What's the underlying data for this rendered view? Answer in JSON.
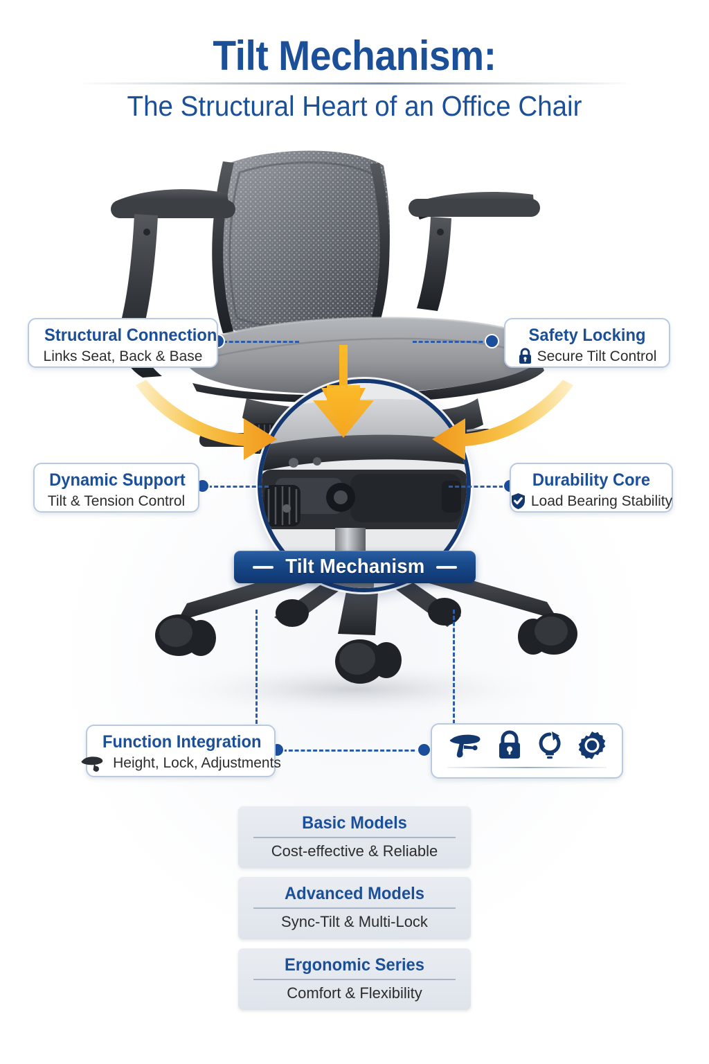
{
  "header": {
    "title": "Tilt Mechanism:",
    "subtitle": "The Structural Heart of an Office Chair"
  },
  "center_badge": {
    "label": "Tilt Mechanism"
  },
  "callouts": [
    {
      "id": "structural-connection",
      "title": "Structural Connection",
      "subtitle": "Links Seat, Back & Base",
      "icon": ""
    },
    {
      "id": "safety-locking",
      "title": "Safety Locking",
      "subtitle": "Secure Tilt Control",
      "icon": "padlock-icon"
    },
    {
      "id": "dynamic-support",
      "title": "Dynamic Support",
      "subtitle": "Tilt & Tension Control",
      "icon": ""
    },
    {
      "id": "durability-core",
      "title": "Durability Core",
      "subtitle": "Load Bearing Stability",
      "icon": "shield-check-icon"
    },
    {
      "id": "function-integration",
      "title": "Function Integration",
      "subtitle": "Height, Lock, Adjustments",
      "icon": "tilt-lever-icon"
    }
  ],
  "icon_strip": {
    "icons": [
      "tilt-lever-icon",
      "padlock-icon",
      "rotation-arrow-icon",
      "gear-icon"
    ]
  },
  "model_cards": [
    {
      "title": "Basic Models",
      "subtitle": "Cost-effective & Reliable"
    },
    {
      "title": "Advanced Models",
      "subtitle": "Sync-Tilt & Multi-Lock"
    },
    {
      "title": "Ergonomic Series",
      "subtitle": "Comfort & Flexibility"
    }
  ],
  "colors": {
    "title_blue": "#1b5099",
    "badge_blue": "#14386f",
    "accent_orange": "#f5a623",
    "connector_blue": "#2a5ca8",
    "card_gray": "#e3e7ed"
  }
}
